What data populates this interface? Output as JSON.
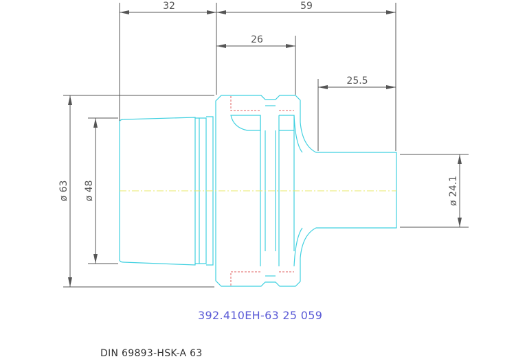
{
  "drawing": {
    "dimensions": {
      "d32": "32",
      "d59": "59",
      "d26": "26",
      "d25_5": "25.5",
      "dia63": "ø 63",
      "dia48": "ø 48",
      "dia24_1": "ø 24.1"
    },
    "part_number": "392.410EH-63 25 059",
    "standard": "DIN 69893-HSK-A 63",
    "colors": {
      "outline": "#3fd0e0",
      "hidden_line": "#e06060",
      "centerline": "#e8e86a",
      "dimension": "#555555",
      "part_number": "#5a5ad6"
    }
  }
}
